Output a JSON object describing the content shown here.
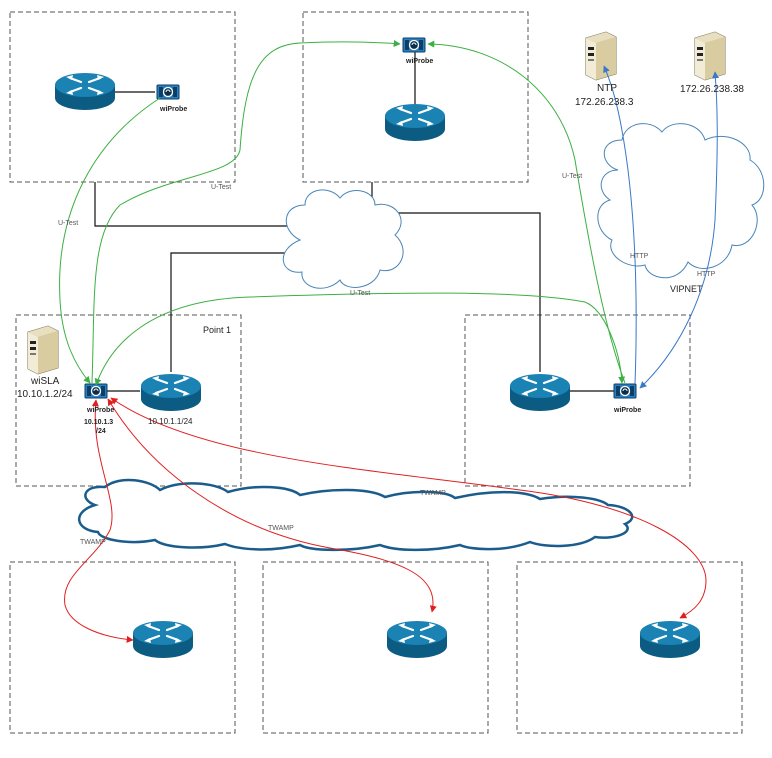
{
  "labels": {
    "wiprobe_top_left": "wiProbe",
    "wiprobe_top_mid": "wiProbe",
    "wiprobe_right": "wiProbe",
    "wiprobe_main": "wiProbe",
    "wiprobe_main_ip": "10.10.1.3",
    "wiprobe_main_mask": "/24",
    "point1": "Point 1",
    "wisla_name": "wiSLA",
    "wisla_ip": "10.10.1.2/24",
    "router_ip": "10.10.1.1/24",
    "ntp_name": "NTP",
    "ntp_ip": "172.26.238.3",
    "server2_ip": "172.26.238.38",
    "vipnet": "VIPNET"
  },
  "links": {
    "utest_left": "U-Test",
    "utest_top": "U-Test",
    "utest_middle": "U-Test",
    "utest_right": "U-Test",
    "http_1": "HTTP",
    "http_2": "HTTP",
    "twamp_1": "TWAMP",
    "twamp_2": "TWAMP",
    "twamp_3": "TWAMP"
  },
  "colors": {
    "utest": "#3cb043",
    "twamp": "#e02020",
    "http": "#3a78c8",
    "router": "#0e6d9a",
    "zone_border": "#555555",
    "cloud_thin": "#4a86b8",
    "cloud_thick": "#1a5c8c"
  },
  "icons": {
    "router": "router-icon",
    "probe": "wiprobe-icon",
    "server": "server-icon",
    "cloud": "cloud-icon"
  }
}
